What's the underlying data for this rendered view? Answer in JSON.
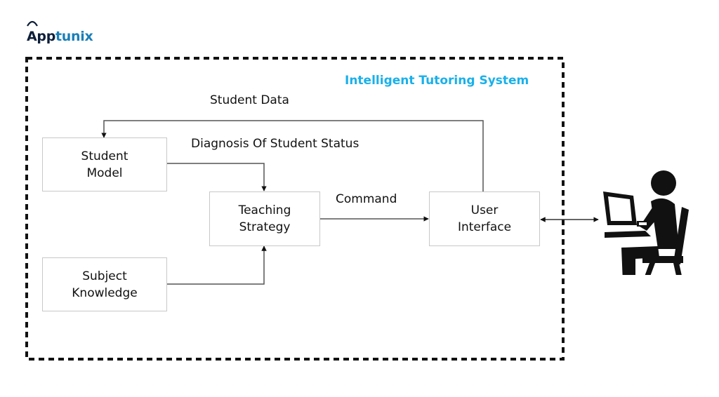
{
  "brand": {
    "name_part1": "App",
    "name_part2": "tunix",
    "color_dark": "#0d1e3a",
    "color_accent": "#1a7fb8"
  },
  "system": {
    "title": "Intelligent Tutoring System",
    "title_color": "#1ab0ea"
  },
  "nodes": {
    "student_model": {
      "line1": "Student",
      "line2": "Model"
    },
    "subject_knowledge": {
      "line1": "Subject",
      "line2": "Knowledge"
    },
    "teaching_strategy": {
      "line1": "Teaching",
      "line2": "Strategy"
    },
    "user_interface": {
      "line1": "User",
      "line2": "Interface"
    }
  },
  "edges": {
    "student_data": "Student Data",
    "diagnosis": "Diagnosis Of Student Status",
    "command": "Command"
  },
  "user_icon": "person-at-laptop-icon"
}
